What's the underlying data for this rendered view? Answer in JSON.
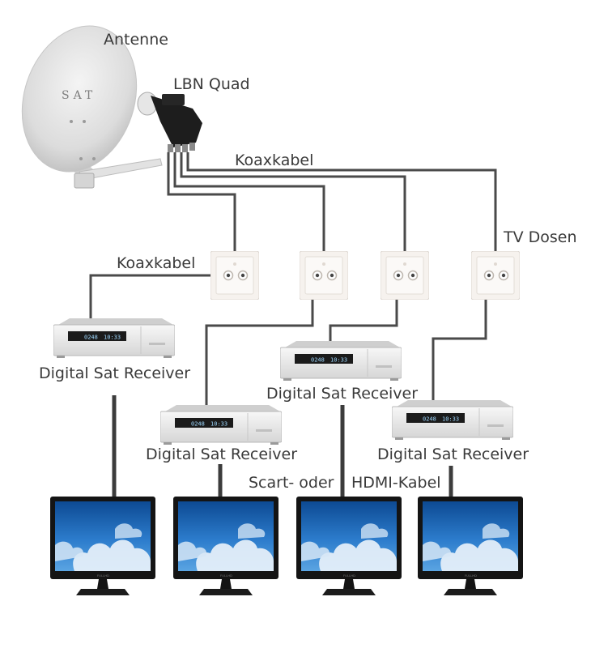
{
  "labels": {
    "antenna": "Antenne",
    "lnb": "LBN Quad",
    "coax_top": "Koaxkabel",
    "tv_outlets": "TV Dosen",
    "coax_left": "Koaxkabel",
    "receiver_1": "Digital Sat Receiver",
    "receiver_2": "Digital Sat Receiver",
    "receiver_3": "Digital Sat Receiver",
    "receiver_4": "Digital Sat Receiver",
    "cable_note_1": "Scart- oder",
    "cable_note_2": "HDMI-Kabel"
  },
  "dish_brand": "SAT",
  "receiver_display": {
    "channel": "0248",
    "time": "10:33"
  },
  "tv_brand": "FULLHD",
  "colors": {
    "cable": "#4a4a4a",
    "dish": "#e4e4e4",
    "outlet": "#f5f0ea",
    "receiver": "#e9e9e9",
    "tv_frame": "#151515",
    "screen_sky": "#1f66b0",
    "label_text": "#3a3a3a"
  },
  "icons": [
    "satellite-dish-icon",
    "lnb-icon",
    "tv-outlet-icon",
    "receiver-icon",
    "tv-icon"
  ]
}
